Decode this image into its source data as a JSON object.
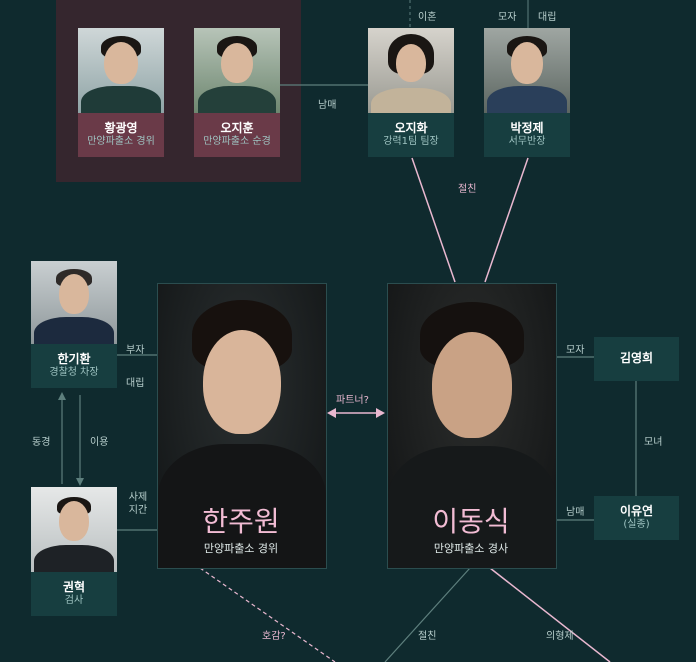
{
  "people": {
    "hwang": {
      "name": "황광영",
      "role": "만양파출소 경위"
    },
    "oh_jihun": {
      "name": "오지훈",
      "role": "만양파출소 순경"
    },
    "oh_jihwa": {
      "name": "오지화",
      "role": "강력1팀 팀장"
    },
    "park": {
      "name": "박정제",
      "role": "서무반장"
    },
    "han_gi": {
      "name": "한기환",
      "role": "경찰청 차장"
    },
    "kwon": {
      "name": "권혁",
      "role": "검사"
    },
    "kim": {
      "name": "김영희",
      "role": ""
    },
    "lee_yu": {
      "name": "이유연",
      "role": "(실종)"
    },
    "han_ju": {
      "name": "한주원",
      "role": "만양파출소 경위"
    },
    "lee_dong": {
      "name": "이동식",
      "role": "만양파출소 경사"
    }
  },
  "relations": {
    "divorce": "이혼",
    "mother_son": "모자",
    "conflict_top": "대립",
    "siblings_top": "남매",
    "friends_top": "절친",
    "father_son": "부자",
    "conflict_left": "대립",
    "partner": "파트너?",
    "mother_son_right": "모자",
    "mother_daughter": "모녀",
    "siblings_right": "남매",
    "colleague": "동경",
    "use": "이용",
    "private_life": "사제\n지간",
    "crush": "호감?",
    "friends_bottom": "절친",
    "sworn_brothers": "의형제"
  },
  "colors": {
    "background": "#0f2a2e",
    "panel": "#3a2a33",
    "nameplate": "#173e40",
    "pink_nameplate": "#6a3a48",
    "accent_pink": "#e9b8d0"
  }
}
